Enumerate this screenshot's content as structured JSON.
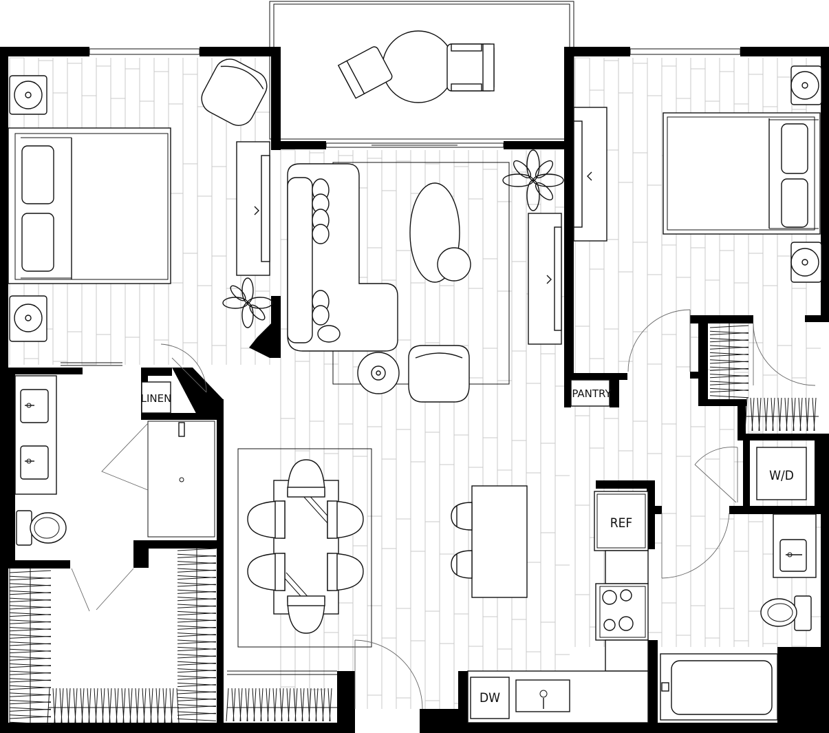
{
  "labels": {
    "linen": "LINEN",
    "pantry": "PANTRY",
    "ref": "REF",
    "wd": "W/D",
    "dw": "DW"
  }
}
